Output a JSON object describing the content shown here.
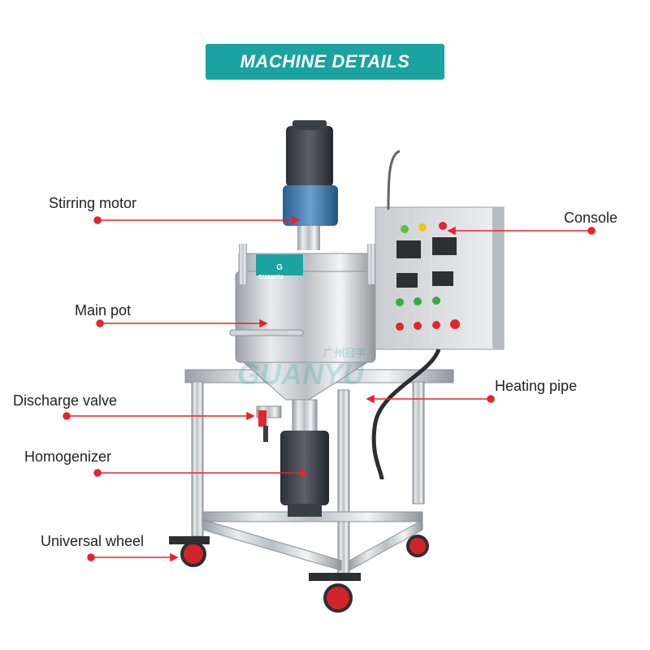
{
  "header": {
    "title": "MACHINE DETAILS"
  },
  "brand": {
    "name": "GUANYU",
    "watermark": "GUANYU",
    "watermark_cn": "广州冠宇"
  },
  "labels": {
    "stirring_motor": "Stirring motor",
    "console": "Console",
    "main_pot": "Main pot",
    "discharge_valve": "Discharge valve",
    "heating_pipe": "Heating pipe",
    "homogenizer": "Homogenizer",
    "universal_wheel": "Universal wheel"
  },
  "colors": {
    "banner": "#1aa3a0",
    "callout": "#e5242b"
  }
}
